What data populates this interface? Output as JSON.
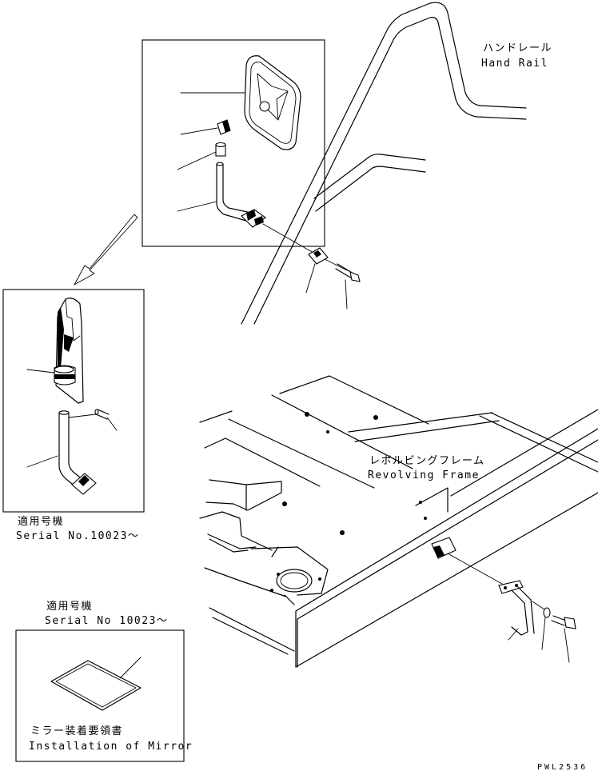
{
  "labels": {
    "hand_rail_jp": "ハンドレール",
    "hand_rail_en": "Hand Rail",
    "revolving_frame_jp": "レボルビングフレーム",
    "revolving_frame_en": "Revolving Frame",
    "serial_jp_1": "適用号機",
    "serial_en_1": "Serial No.10023～",
    "serial_jp_2": "適用号機",
    "serial_en_2": "Serial No 10023～",
    "manual_jp": "ミラー装着要領書",
    "manual_en": "Installation of Mirror",
    "drawing_code": "PWL2536"
  }
}
